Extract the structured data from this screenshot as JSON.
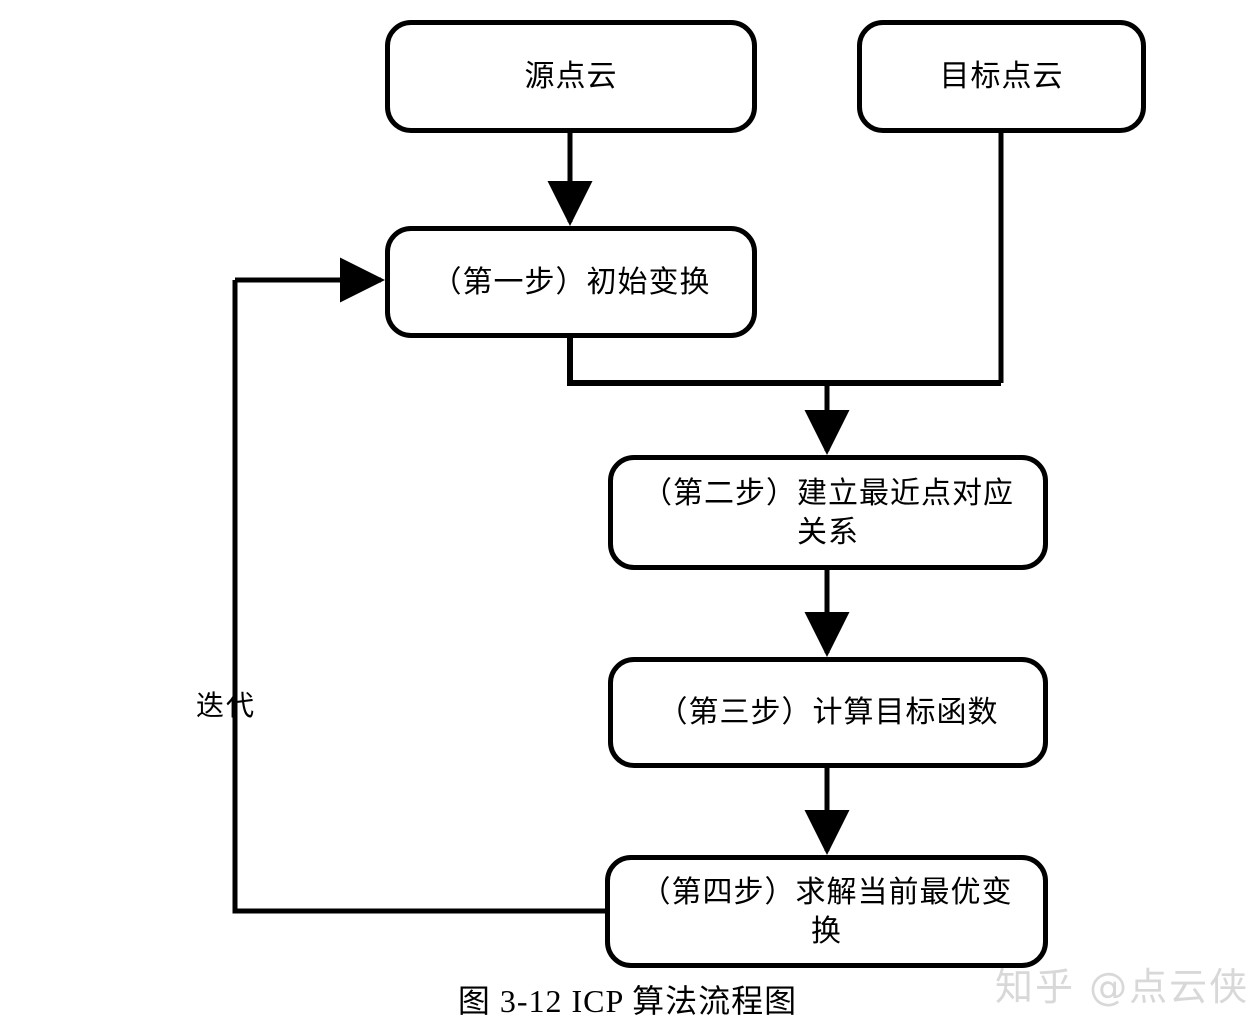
{
  "figure": {
    "caption": "图 3-12 ICP 算法流程图",
    "watermark": "知乎 @点云侠",
    "line_color": "#000000",
    "background": "#ffffff",
    "watermark_color": "#d8d8d8"
  },
  "nodes": [
    {
      "id": "source-point-cloud",
      "label": "源点云"
    },
    {
      "id": "target-point-cloud",
      "label": "目标点云"
    },
    {
      "id": "step-1",
      "label": "（第一步）初始变换"
    },
    {
      "id": "step-2",
      "label": "（第二步）建立最近点对应关系"
    },
    {
      "id": "step-3",
      "label": "（第三步）计算目标函数"
    },
    {
      "id": "step-4",
      "label": "（第四步）求解当前最优变换"
    }
  ],
  "edges": [
    {
      "id": "source-to-step1",
      "from": "source-point-cloud",
      "to": "step-1",
      "label": ""
    },
    {
      "id": "inputs-to-step2",
      "from": "step-1 + target-point-cloud",
      "to": "step-2",
      "label": ""
    },
    {
      "id": "step2-to-step3",
      "from": "step-2",
      "to": "step-3",
      "label": ""
    },
    {
      "id": "step3-to-step4",
      "from": "step-3",
      "to": "step-4",
      "label": ""
    },
    {
      "id": "step4-to-step1-loop",
      "from": "step-4",
      "to": "step-1",
      "label": "迭代"
    }
  ],
  "chart_data": {
    "type": "diagram",
    "title": "图 3-12 ICP 算法流程图",
    "diagram_kind": "flowchart",
    "orientation": "top-to-bottom with feedback loop",
    "nodes": [
      "源点云",
      "目标点云",
      "（第一步）初始变换",
      "（第二步）建立最近点对应关系",
      "（第三步）计算目标函数",
      "（第四步）求解当前最优变换"
    ],
    "edge_labels": [
      "迭代"
    ]
  }
}
